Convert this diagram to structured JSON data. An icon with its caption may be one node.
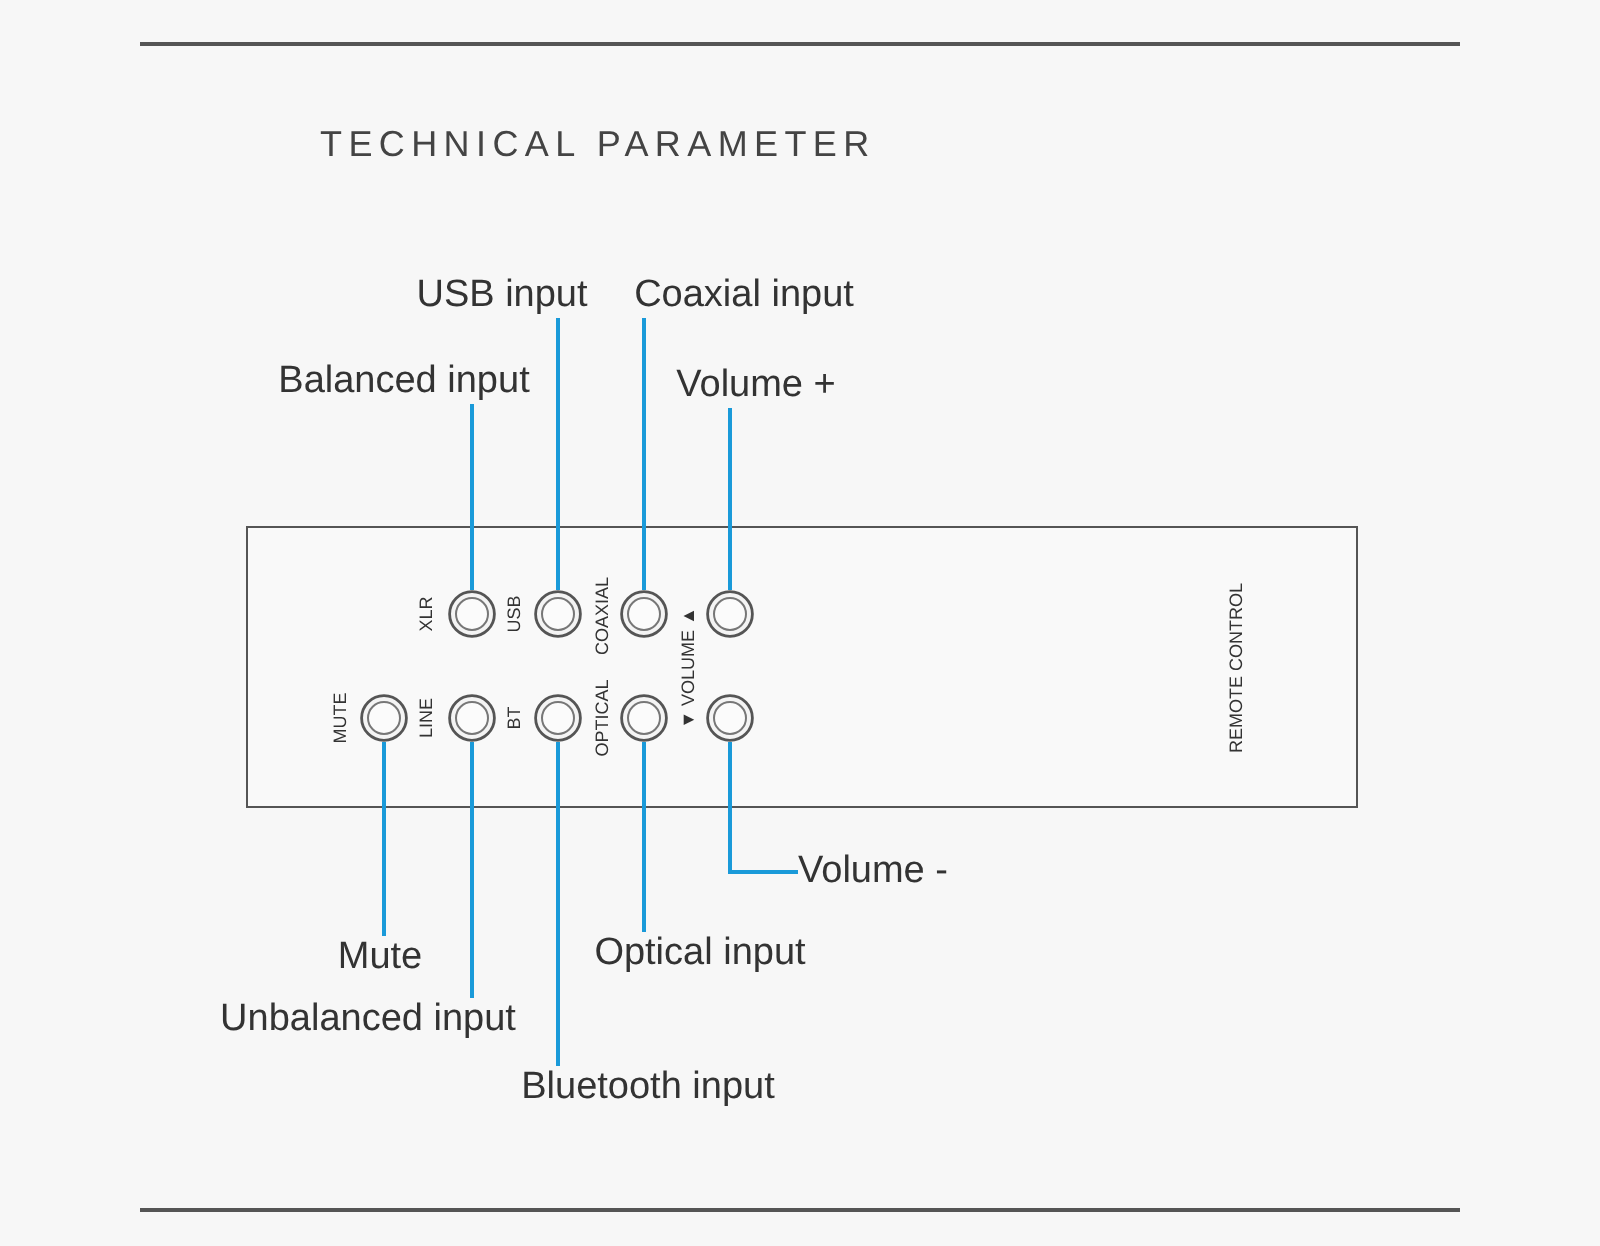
{
  "diagram": {
    "title": "TECHNICAL PARAMETER",
    "nodes": [
      {
        "text": [
          "USB input"
        ]
      },
      {
        "text": [
          "Coaxial input"
        ]
      },
      {
        "text": [
          "Balanced input"
        ]
      },
      {
        "text": [
          "Volume +"
        ]
      },
      {
        "text": [
          "▼ VOLUME ▲",
          "REMOTE CONTROL"
        ]
      },
      {
        "text": [],
        "shape": "circle",
        "in": 4,
        "beside": [
          "XLR"
        ]
      },
      {
        "text": [],
        "shape": "circle",
        "in": 4,
        "beside": [
          "USB"
        ]
      },
      {
        "text": [],
        "shape": "circle",
        "in": 4,
        "beside": [
          "COAXIAL"
        ]
      },
      {
        "text": [],
        "shape": "circle",
        "in": 4
      },
      {
        "text": [],
        "shape": "circle",
        "in": 4,
        "beside": [
          "MUTE"
        ]
      },
      {
        "text": [],
        "shape": "circle",
        "in": 4,
        "beside": [
          "LINE"
        ]
      },
      {
        "text": [],
        "shape": "circle",
        "in": 4,
        "beside": [
          "BT"
        ]
      },
      {
        "text": [],
        "shape": "circle",
        "in": 4,
        "beside": [
          "OPTICAL"
        ]
      },
      {
        "text": [],
        "shape": "circle",
        "in": 4
      },
      {
        "text": [
          "Volume -"
        ]
      },
      {
        "text": [
          "Mute"
        ]
      },
      {
        "text": [
          "Optical input"
        ]
      },
      {
        "text": [
          "Unbalanced input"
        ]
      },
      {
        "text": [
          "Bluetooth input"
        ]
      }
    ],
    "edges": [
      {
        "from": 0,
        "to": 6,
        "arrow": "none"
      },
      {
        "from": 1,
        "to": 7,
        "arrow": "none"
      },
      {
        "from": 2,
        "to": 5,
        "arrow": "none"
      },
      {
        "from": 3,
        "to": 8,
        "arrow": "none"
      },
      {
        "from": 14,
        "to": 13,
        "arrow": "none"
      },
      {
        "from": 15,
        "to": 9,
        "arrow": "none"
      },
      {
        "from": 16,
        "to": 12,
        "arrow": "none"
      },
      {
        "from": 17,
        "to": 10,
        "arrow": "none"
      },
      {
        "from": 18,
        "to": 11,
        "arrow": "none"
      }
    ]
  }
}
